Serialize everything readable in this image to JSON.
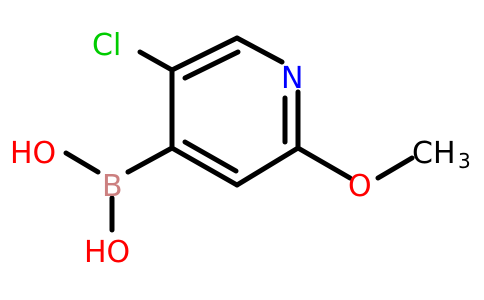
{
  "molecule": {
    "atoms": {
      "cl": {
        "label": "Cl",
        "color": "#00cc00"
      },
      "n": {
        "label": "N",
        "color": "#0000ff"
      },
      "b": {
        "label": "B",
        "color": "#cc8080"
      },
      "oh_top": {
        "label": "HO",
        "color": "#ff0000"
      },
      "oh_bottom": {
        "label": "HO",
        "color": "#ff0000"
      },
      "o_methoxy": {
        "label": "O",
        "color": "#ff0000"
      },
      "ch3": {
        "label": "CH",
        "subscript": "3",
        "color": "#000000"
      }
    },
    "bond_color": "#000000"
  }
}
